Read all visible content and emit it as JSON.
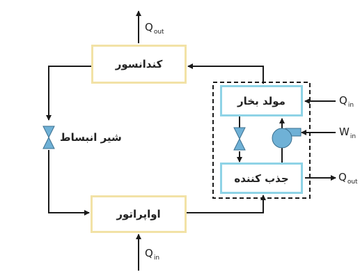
{
  "blocks": {
    "condenser": "کندانسور",
    "evaporator": "اواپراتور",
    "generator": "مولد بخار",
    "absorber": "جذب کننده",
    "expansion_valve": "شیر انبساط"
  },
  "flows": {
    "condenser_out": {
      "symbol": "Q",
      "sub": "out"
    },
    "evaporator_in": {
      "symbol": "Q",
      "sub": "in"
    },
    "generator_in": {
      "symbol": "Q",
      "sub": "in"
    },
    "pump_work": {
      "symbol": "W",
      "sub": "in"
    },
    "absorber_out": {
      "symbol": "Q",
      "sub": "out"
    }
  },
  "colors": {
    "line": "#1a1a1a",
    "box_yellow": "#f2e2a6",
    "box_blue": "#8ed3e6",
    "valve": "#6fb1d6",
    "pump": "#6fb1d6"
  }
}
